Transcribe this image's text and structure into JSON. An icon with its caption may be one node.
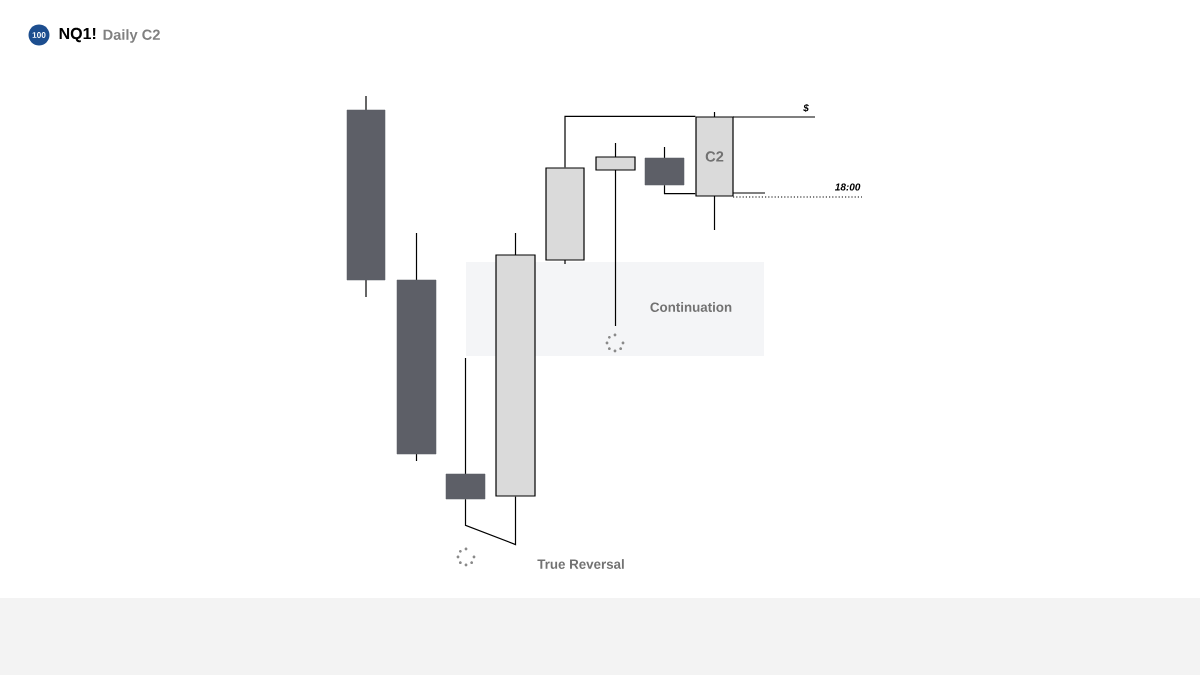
{
  "diagram": {
    "nodes": [
      {
        "text": [],
        "shape": "bar"
      },
      {
        "text": [],
        "shape": "bar"
      },
      {
        "text": [],
        "shape": "bar"
      },
      {
        "text": [],
        "shape": "bar"
      },
      {
        "text": [],
        "shape": "bar"
      },
      {
        "text": [],
        "shape": "bar"
      },
      {
        "text": [],
        "shape": "bar"
      },
      {
        "text": [
          "C2"
        ]
      },
      {
        "text": [
          "Continuation"
        ]
      }
    ],
    "edges": [
      {
        "from": 2,
        "to": 3,
        "arrow": "none"
      },
      {
        "from": 4,
        "to": 7,
        "arrow": "none"
      },
      {
        "from": 6,
        "to": 7,
        "arrow": "none"
      }
    ],
    "labels": [
      "100",
      "NQ1!",
      "Daily C2",
      "$",
      "18:00",
      "True Reversal"
    ]
  }
}
